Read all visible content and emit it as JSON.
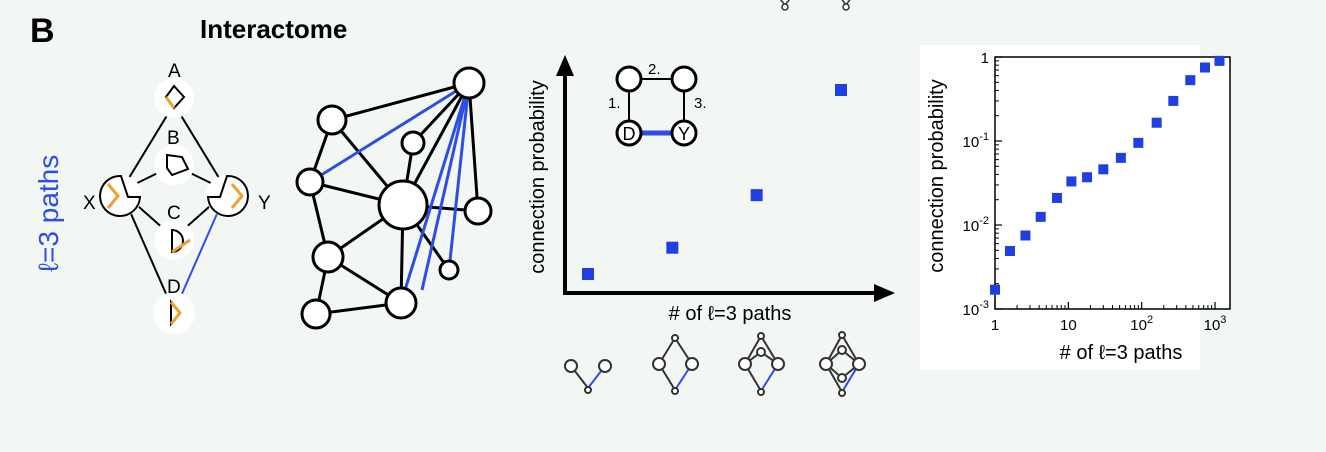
{
  "panel_label": "B",
  "title": "Interactome",
  "side_label": "ℓ=3 paths",
  "motif_labels": {
    "a": "A",
    "b": "B",
    "c": "C",
    "d": "D",
    "x": "X",
    "y": "Y"
  },
  "inset_path": {
    "node_d": "D",
    "node_y": "Y",
    "step1": "1.",
    "step2": "2.",
    "step3": "3."
  },
  "schematic_plot": {
    "ylabel": "connection probability",
    "xlabel": "# of ℓ=3 paths",
    "points": [
      1,
      2,
      3,
      4
    ]
  },
  "chart_data": {
    "type": "scatter",
    "xlabel": "# of ℓ=3 paths",
    "ylabel": "connection probability",
    "xscale": "log",
    "yscale": "log",
    "xlim": [
      1,
      1600
    ],
    "ylim": [
      0.001,
      1
    ],
    "xticks": [
      {
        "v": 1,
        "base": "1",
        "exp": ""
      },
      {
        "v": 10,
        "base": "10",
        "exp": ""
      },
      {
        "v": 100,
        "base": "10",
        "exp": "2"
      },
      {
        "v": 1000,
        "base": "10",
        "exp": "3"
      }
    ],
    "yticks": [
      {
        "v": 0.001,
        "base": "10",
        "exp": "-3"
      },
      {
        "v": 0.01,
        "base": "10",
        "exp": "-2"
      },
      {
        "v": 0.1,
        "base": "10",
        "exp": "-1"
      },
      {
        "v": 1,
        "base": "1",
        "exp": ""
      }
    ],
    "grid": false,
    "color": "#1f3fe0",
    "x": [
      1,
      1.6,
      2.6,
      4.2,
      7,
      11,
      18,
      30,
      52,
      90,
      160,
      270,
      460,
      730,
      1150
    ],
    "y": [
      0.0017,
      0.0049,
      0.0075,
      0.0125,
      0.021,
      0.033,
      0.037,
      0.046,
      0.063,
      0.095,
      0.165,
      0.3,
      0.53,
      0.75,
      0.9
    ]
  }
}
